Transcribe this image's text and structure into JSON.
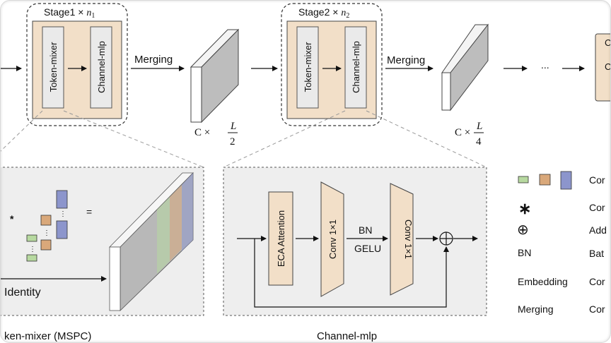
{
  "stage1": {
    "title": "Stage1 × ",
    "n": "n",
    "sub": "1",
    "token_mixer": "Token-mixer",
    "channel_mlp": "Channel-mlp"
  },
  "stage2": {
    "title": "Stage2 × ",
    "n": "n",
    "sub": "2",
    "token_mixer": "Token-mixer",
    "channel_mlp": "Channel-mlp"
  },
  "merging1": "Merging",
  "merging2": "Merging",
  "ellipsis": "...",
  "stage_next_partial": [
    "C",
    "C"
  ],
  "dim1": {
    "prefix": "C ×",
    "num": "L",
    "den": "2"
  },
  "dim2": {
    "prefix": "C ×",
    "num": "L",
    "den": "4"
  },
  "mspc": {
    "asterisk": "*",
    "equals": "=",
    "identity": "Identity",
    "caption": "ken-mixer  (MSPC)",
    "colors": {
      "green": "#b7d9a0",
      "orange": "#d9a87a",
      "blue": "#8c95cc"
    }
  },
  "channel_mlp_panel": {
    "eca": "ECA Attention",
    "conv1": "Conv  1×1",
    "bn": "BN",
    "gelu": "GELU",
    "conv2": "Conv  1×1",
    "caption": "Channel-mlp"
  },
  "legend": {
    "symbols": {
      "asterisk": "∗",
      "plus": "⊕",
      "bn": "BN",
      "embedding": "Embedding",
      "merging": "Merging"
    },
    "text": [
      "Cor",
      "Cor",
      "Add",
      "Bat",
      "Cor",
      "Cor"
    ]
  }
}
